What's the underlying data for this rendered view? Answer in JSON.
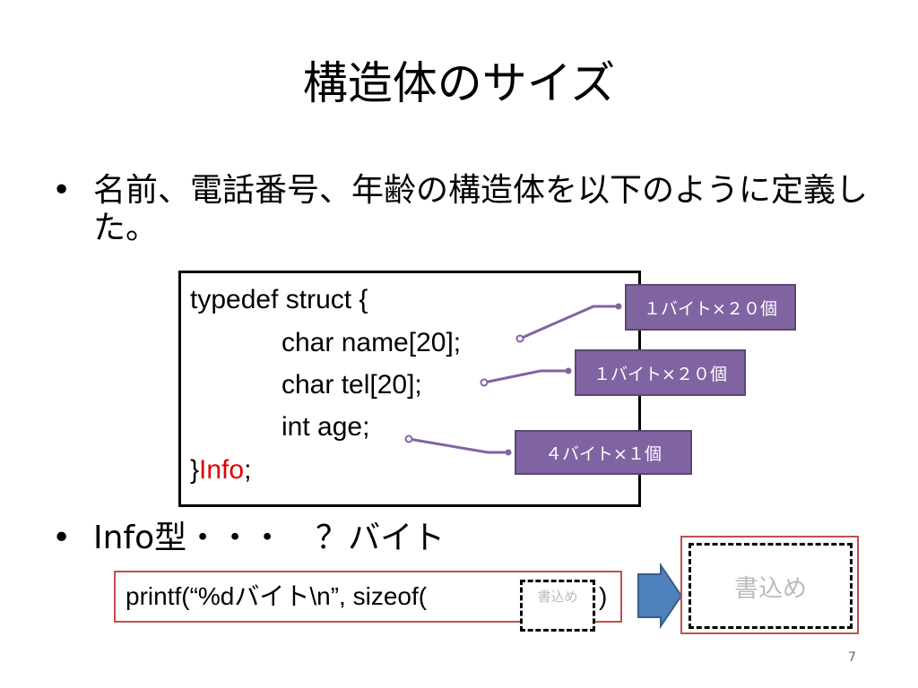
{
  "title": "構造体のサイズ",
  "bullet_char": "•",
  "bullet1": "名前、電話番号、年齢の構造体を以下のように定義した。",
  "code": {
    "line1": "typedef struct {",
    "line2": "char  name[20];",
    "line3": "char  tel[20];",
    "line4": "int  age;",
    "line5_open": "}",
    "line5_name": "Info",
    "line5_close": ";"
  },
  "callouts": {
    "name": "１バイト×２０個",
    "tel": "１バイト×２０個",
    "age": "４バイト×１個"
  },
  "bullet2": "Info型・・・　？バイト",
  "printf": {
    "prefix": "printf(“%dバイト\\n”, sizeof(",
    "suffix": ")"
  },
  "placeholder_small": "書込め",
  "placeholder_large": "書込め",
  "page_number": "7",
  "colors": {
    "callout_fill": "#8064a2",
    "highlight_red": "#e00000",
    "box_border": "#c0504d",
    "arrow_fill": "#4f81bd"
  }
}
